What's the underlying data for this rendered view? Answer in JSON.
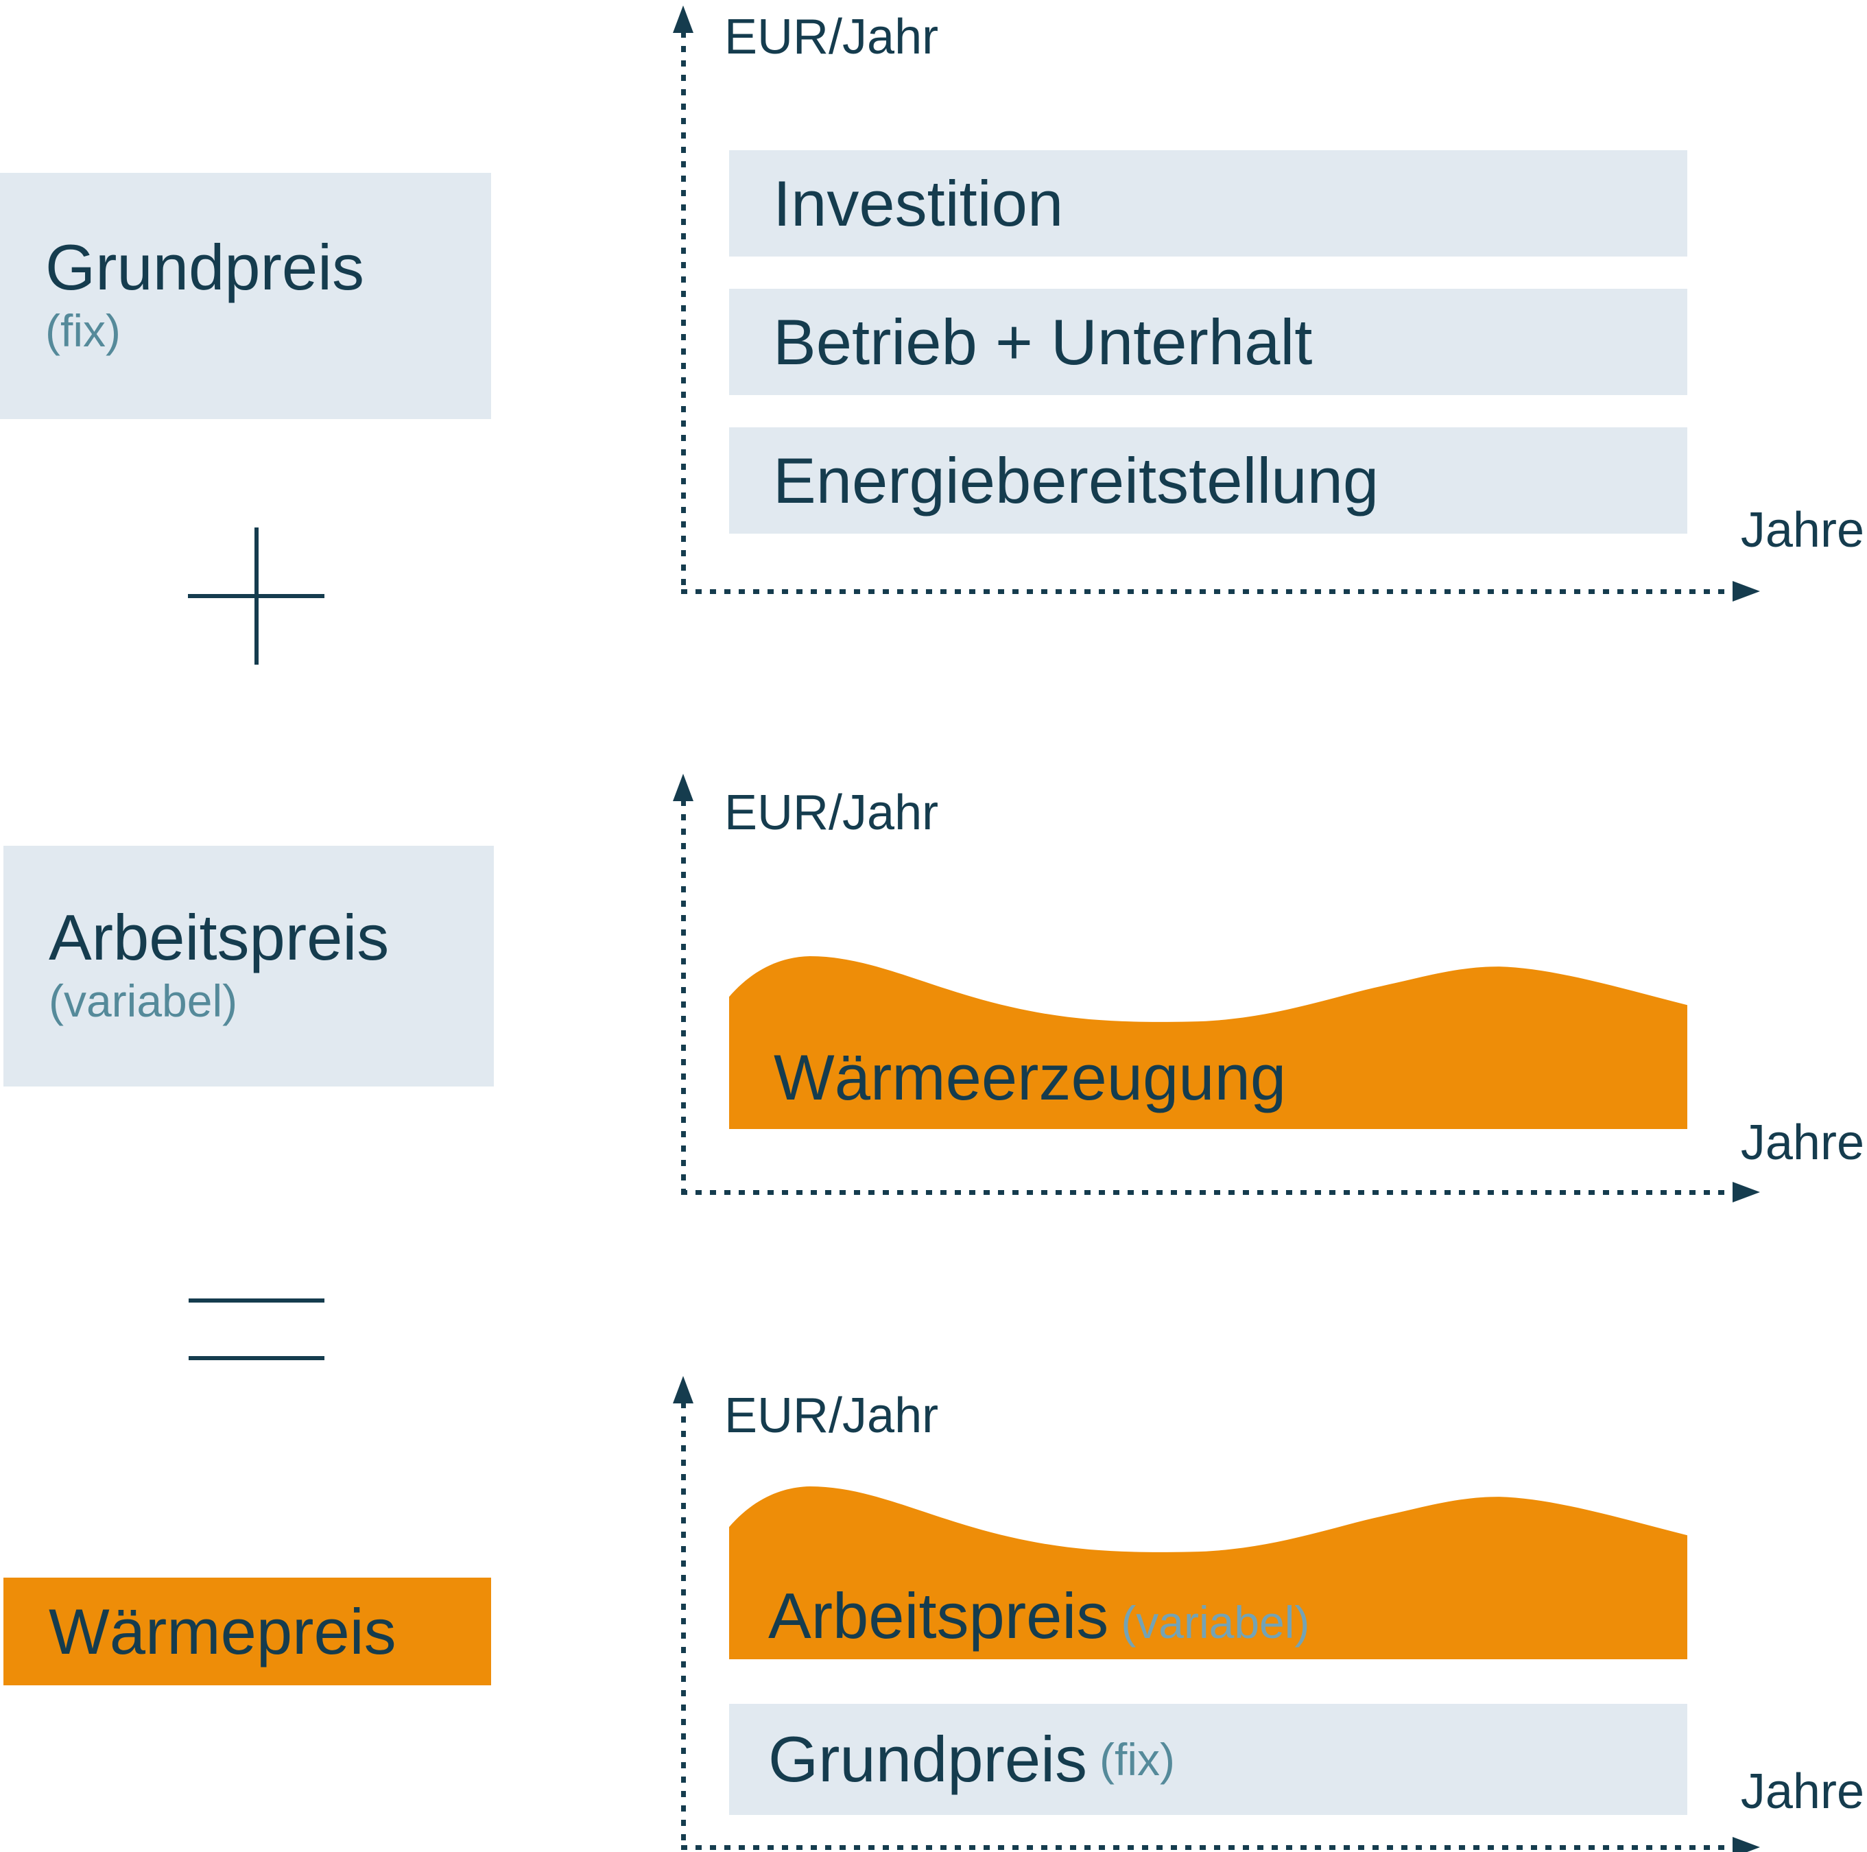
{
  "palette": {
    "navy": "#153C4E",
    "teal": "#558A9A",
    "light_blue": "#74A3B5",
    "box_background": "#E1E9F0",
    "orange": "#EE8D08"
  },
  "left_column": {
    "grundpreis": {
      "label": "Grundpreis",
      "sublabel": "(fix)"
    },
    "plus_symbol": "+",
    "arbeitspreis": {
      "label": "Arbeitspreis",
      "sublabel": "(variabel)"
    },
    "equals_symbol": "=",
    "waermepreis": {
      "label": "Wärmepreis"
    }
  },
  "charts": {
    "top": {
      "y_axis_label": "EUR/Jahr",
      "x_axis_label": "Jahre",
      "bars": [
        "Investition",
        "Betrieb + Unterhalt",
        "Energiebereitstellung"
      ]
    },
    "middle": {
      "y_axis_label": "EUR/Jahr",
      "x_axis_label": "Jahre",
      "area_label": "Wärmeerzeugung"
    },
    "bottom": {
      "y_axis_label": "EUR/Jahr",
      "x_axis_label": "Jahre",
      "area_label": "Arbeitspreis",
      "area_sublabel": "(variabel)",
      "bar_label": "Grundpreis",
      "bar_sublabel": "(fix)"
    }
  }
}
